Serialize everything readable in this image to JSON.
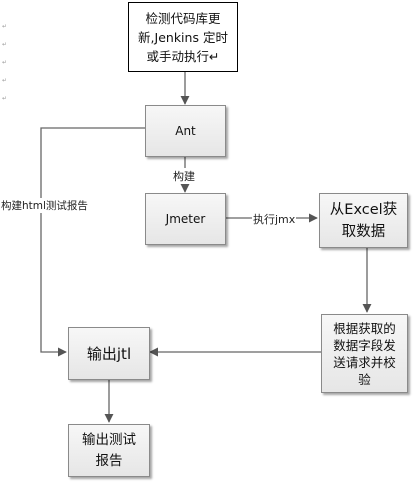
{
  "nodes": {
    "trigger": "检测代码库更\n新,Jenkins 定时\n或手动执行↵",
    "ant": "Ant",
    "jmeter": "Jmeter",
    "excel": "从Excel获\n取数据",
    "validate": "根据获取的\n数据字段发\n送请求并校\n验",
    "jtl": "输出jtl",
    "report": "输出测试\n报告"
  },
  "edges": {
    "build": "构建",
    "exec_jmx": "执行jmx",
    "build_html": "构建html测试报告"
  },
  "marks": [
    "↵",
    "↵",
    "↵",
    "↵",
    "↵"
  ]
}
